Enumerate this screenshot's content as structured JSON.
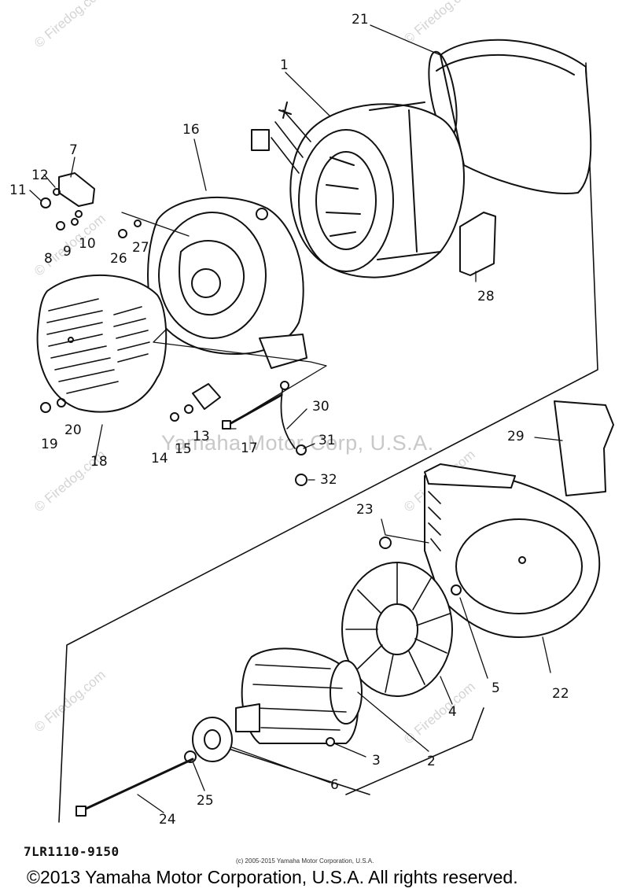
{
  "diagram_code": "7LR1110-9150",
  "small_copyright": "(c) 2005-2015 Yamaha Motor Corporation, U.S.A.",
  "main_copyright": "©2013 Yamaha Motor Corporation, U.S.A. All rights reserved.",
  "center_watermark": "Yamaha Motor Corp, U.S.A.",
  "corner_watermark": "© Firedog.com",
  "callouts": {
    "p1": "1",
    "p2": "2",
    "p3": "3",
    "p4": "4",
    "p5": "5",
    "p6": "6",
    "p7": "7",
    "p8": "8",
    "p9": "9",
    "p10": "10",
    "p11": "11",
    "p12": "12",
    "p13": "13",
    "p14": "14",
    "p15": "15",
    "p16": "16",
    "p17": "17",
    "p18": "18",
    "p19": "19",
    "p20": "20",
    "p21": "21",
    "p22": "22",
    "p23": "23",
    "p24": "24",
    "p25": "25",
    "p26": "26",
    "p27": "27",
    "p28": "28",
    "p29": "29",
    "p30": "30",
    "p31": "31",
    "p32": "32"
  }
}
